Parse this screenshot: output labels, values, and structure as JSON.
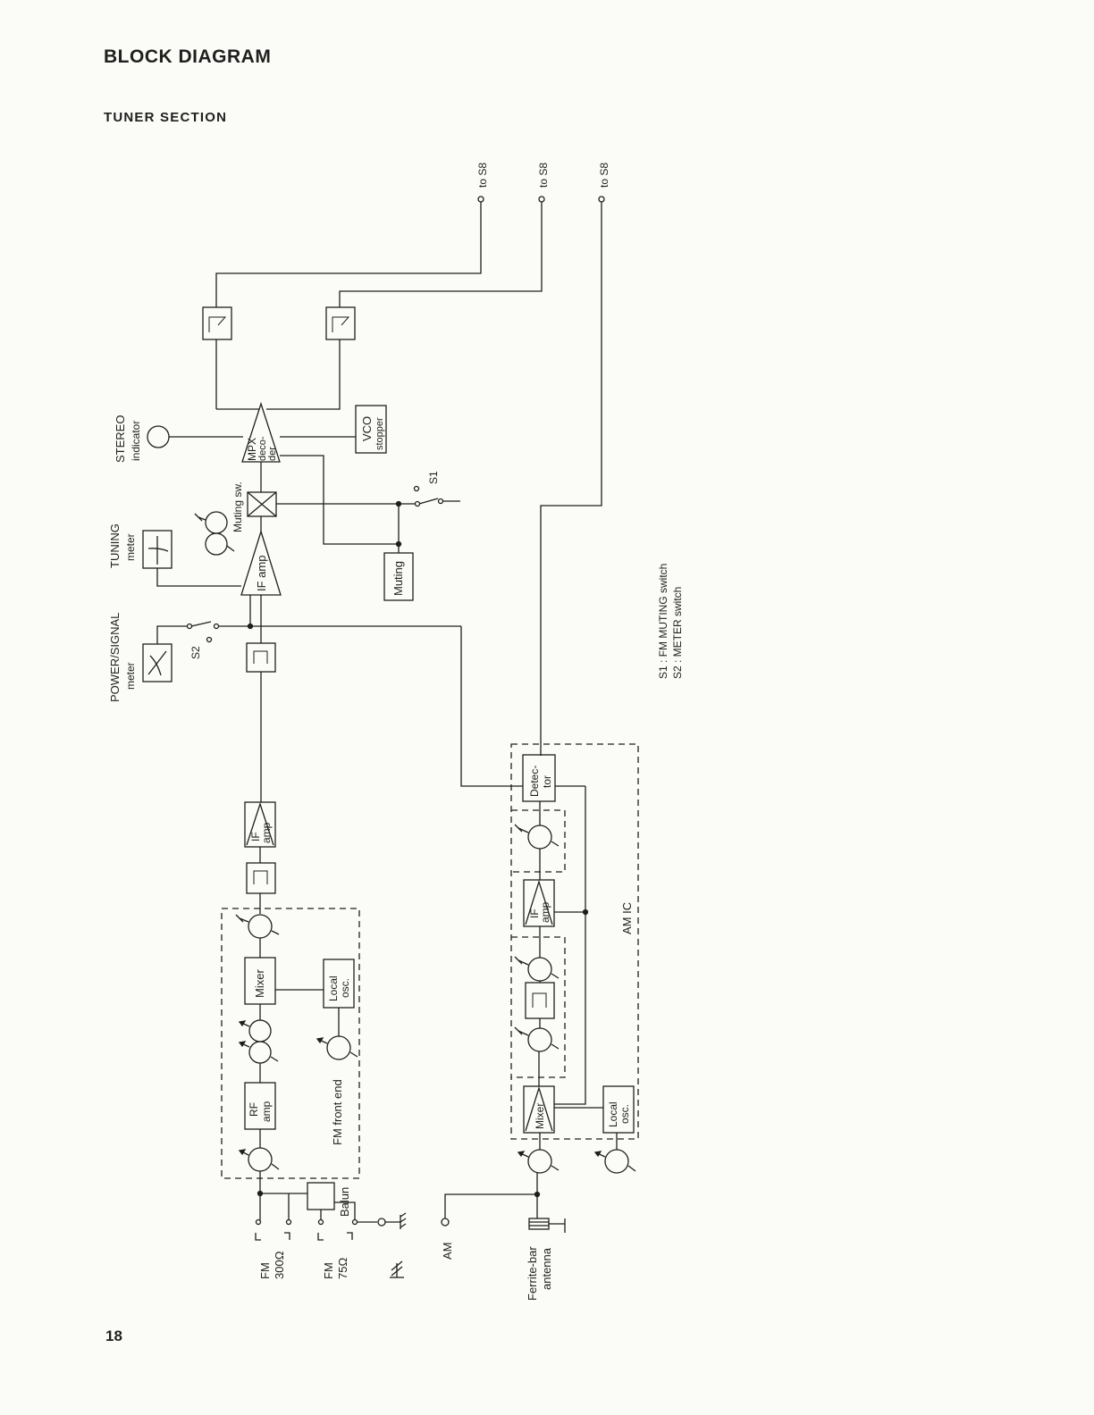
{
  "page": {
    "title": "BLOCK DIAGRAM",
    "section": "TUNER SECTION",
    "page_number": "18"
  },
  "labels": {
    "to_s8": "to S8",
    "stereo_indicator": [
      "STEREO",
      "indicator"
    ],
    "tuning_meter": [
      "TUNING",
      "meter"
    ],
    "power_signal_meter": [
      "POWER/SIGNAL",
      "meter"
    ],
    "muting_sw": "Muting sw.",
    "mpx_decoder": [
      "MPX",
      "deco-",
      "der"
    ],
    "vco_stopper": [
      "VCO",
      "stopper"
    ],
    "if_amp": "IF amp",
    "muting": "Muting",
    "s1": "S1",
    "s2": "S2",
    "legend": [
      "S1 : FM MUTING switch",
      "S2 : METER switch"
    ],
    "detector": [
      "Detec-",
      "tor"
    ],
    "if_amp_small": [
      "IF",
      "amp"
    ],
    "am_ic": "AM IC",
    "mixer": "Mixer",
    "local_osc": [
      "Local",
      "osc."
    ],
    "rf_amp": [
      "RF",
      "amp"
    ],
    "fm_front_end": "FM front end",
    "balun": "Balun",
    "fm_300": [
      "FM",
      "300Ω"
    ],
    "fm_75": [
      "FM",
      "75Ω"
    ],
    "am": "AM",
    "ferrite_bar": [
      "Ferrite-bar",
      "antenna"
    ]
  }
}
